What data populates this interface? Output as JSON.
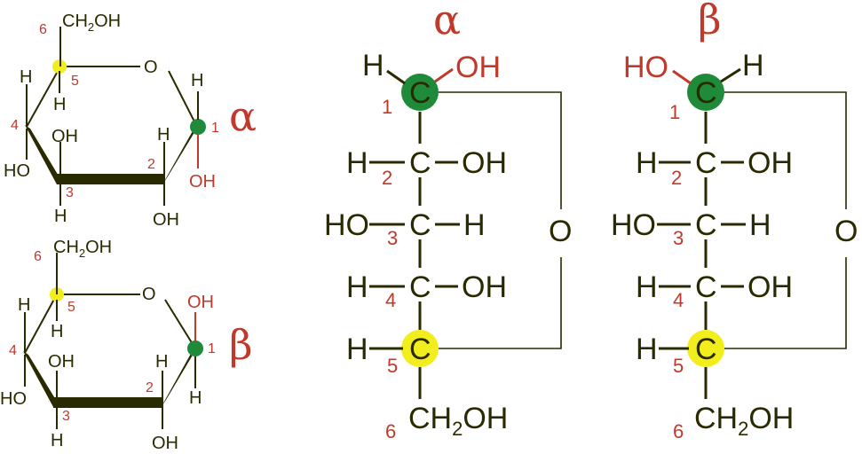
{
  "colors": {
    "anomeric_highlight": "#1f8a3a",
    "c5_highlight": "#f2ee1e",
    "label_red": "#c0392b",
    "bond_dark": "#2a2a00"
  },
  "haworth_alpha": {
    "greek": "α",
    "ch2oh_main": "CH",
    "ch2oh_sub": "2",
    "ch2oh_tail": "OH",
    "ring_o": "O",
    "h": "H",
    "oh": "OH",
    "ho": "HO",
    "num1": "1",
    "num2": "2",
    "num3": "3",
    "num4": "4",
    "num5": "5",
    "num6": "6"
  },
  "haworth_beta": {
    "greek": "β",
    "ch2oh_main": "CH",
    "ch2oh_sub": "2",
    "ch2oh_tail": "OH",
    "ring_o": "O",
    "h": "H",
    "oh": "OH",
    "ho": "HO",
    "num1": "1",
    "num2": "2",
    "num3": "3",
    "num4": "4",
    "num5": "5",
    "num6": "6"
  },
  "fischer_alpha": {
    "greek": "α",
    "c": "C",
    "h": "H",
    "oh": "OH",
    "ho": "HO",
    "ring_o": "O",
    "ch2oh_main": "CH",
    "ch2oh_sub": "2",
    "ch2oh_tail": "OH",
    "num1": "1",
    "num2": "2",
    "num3": "3",
    "num4": "4",
    "num5": "5",
    "num6": "6"
  },
  "fischer_beta": {
    "greek": "β",
    "c": "C",
    "h": "H",
    "oh": "OH",
    "ho": "HO",
    "ring_o": "O",
    "ch2oh_main": "CH",
    "ch2oh_sub": "2",
    "ch2oh_tail": "OH",
    "num1": "1",
    "num2": "2",
    "num3": "3",
    "num4": "4",
    "num5": "5",
    "num6": "6"
  }
}
